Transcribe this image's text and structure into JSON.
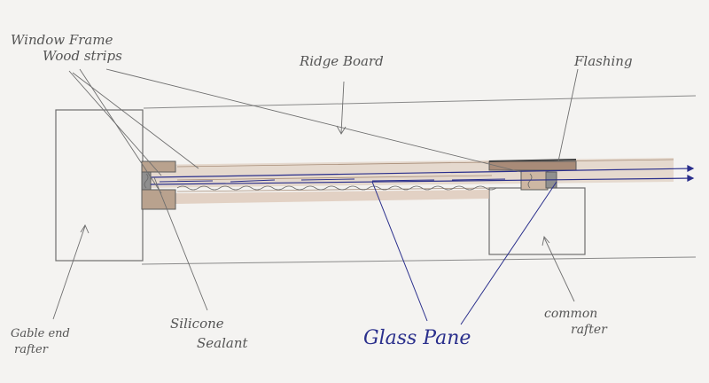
{
  "diagram": {
    "labels": {
      "window_frame": "Window Frame",
      "wood_strips": "Wood strips",
      "ridge_board": "Ridge Board",
      "flashing": "Flashing",
      "gable_end_rafter_1": "Gable end",
      "gable_end_rafter_2": "rafter",
      "silicone_1": "Silicone",
      "silicone_2": "Sealant",
      "glass_pane": "Glass Pane",
      "common_rafter_1": "common",
      "common_rafter_2": "rafter"
    },
    "colors": {
      "paper": "#f4f3f1",
      "pencil": "#7a7a7a",
      "pencil_dark": "#4d4d4d",
      "wood": "#c9ad95",
      "glass": "#2a2f8c"
    }
  }
}
